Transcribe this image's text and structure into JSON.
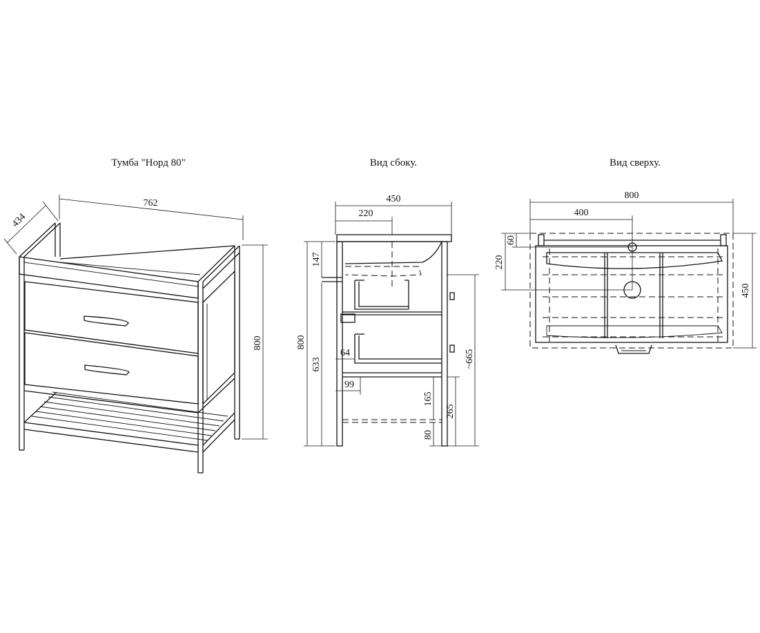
{
  "titles": {
    "iso": "Тумба \"Норд 80\"",
    "side": "Вид сбоку.",
    "top": "Вид сверху."
  },
  "iso_view": {
    "dims": {
      "width": "762",
      "depth": "434",
      "height": "800"
    }
  },
  "side_view": {
    "dims": {
      "depth": "450",
      "drain_offset": "220",
      "basin_depth": "147",
      "total_height": "800",
      "height_633": "633",
      "offset_64": "64",
      "offset_99": "99",
      "height_165": "165",
      "height_265": "265",
      "height_80": "80",
      "height_665": "~665"
    }
  },
  "top_view": {
    "dims": {
      "width": "800",
      "center": "400",
      "depth": "450",
      "tap_offset": "60",
      "drain_offset": "220"
    }
  }
}
